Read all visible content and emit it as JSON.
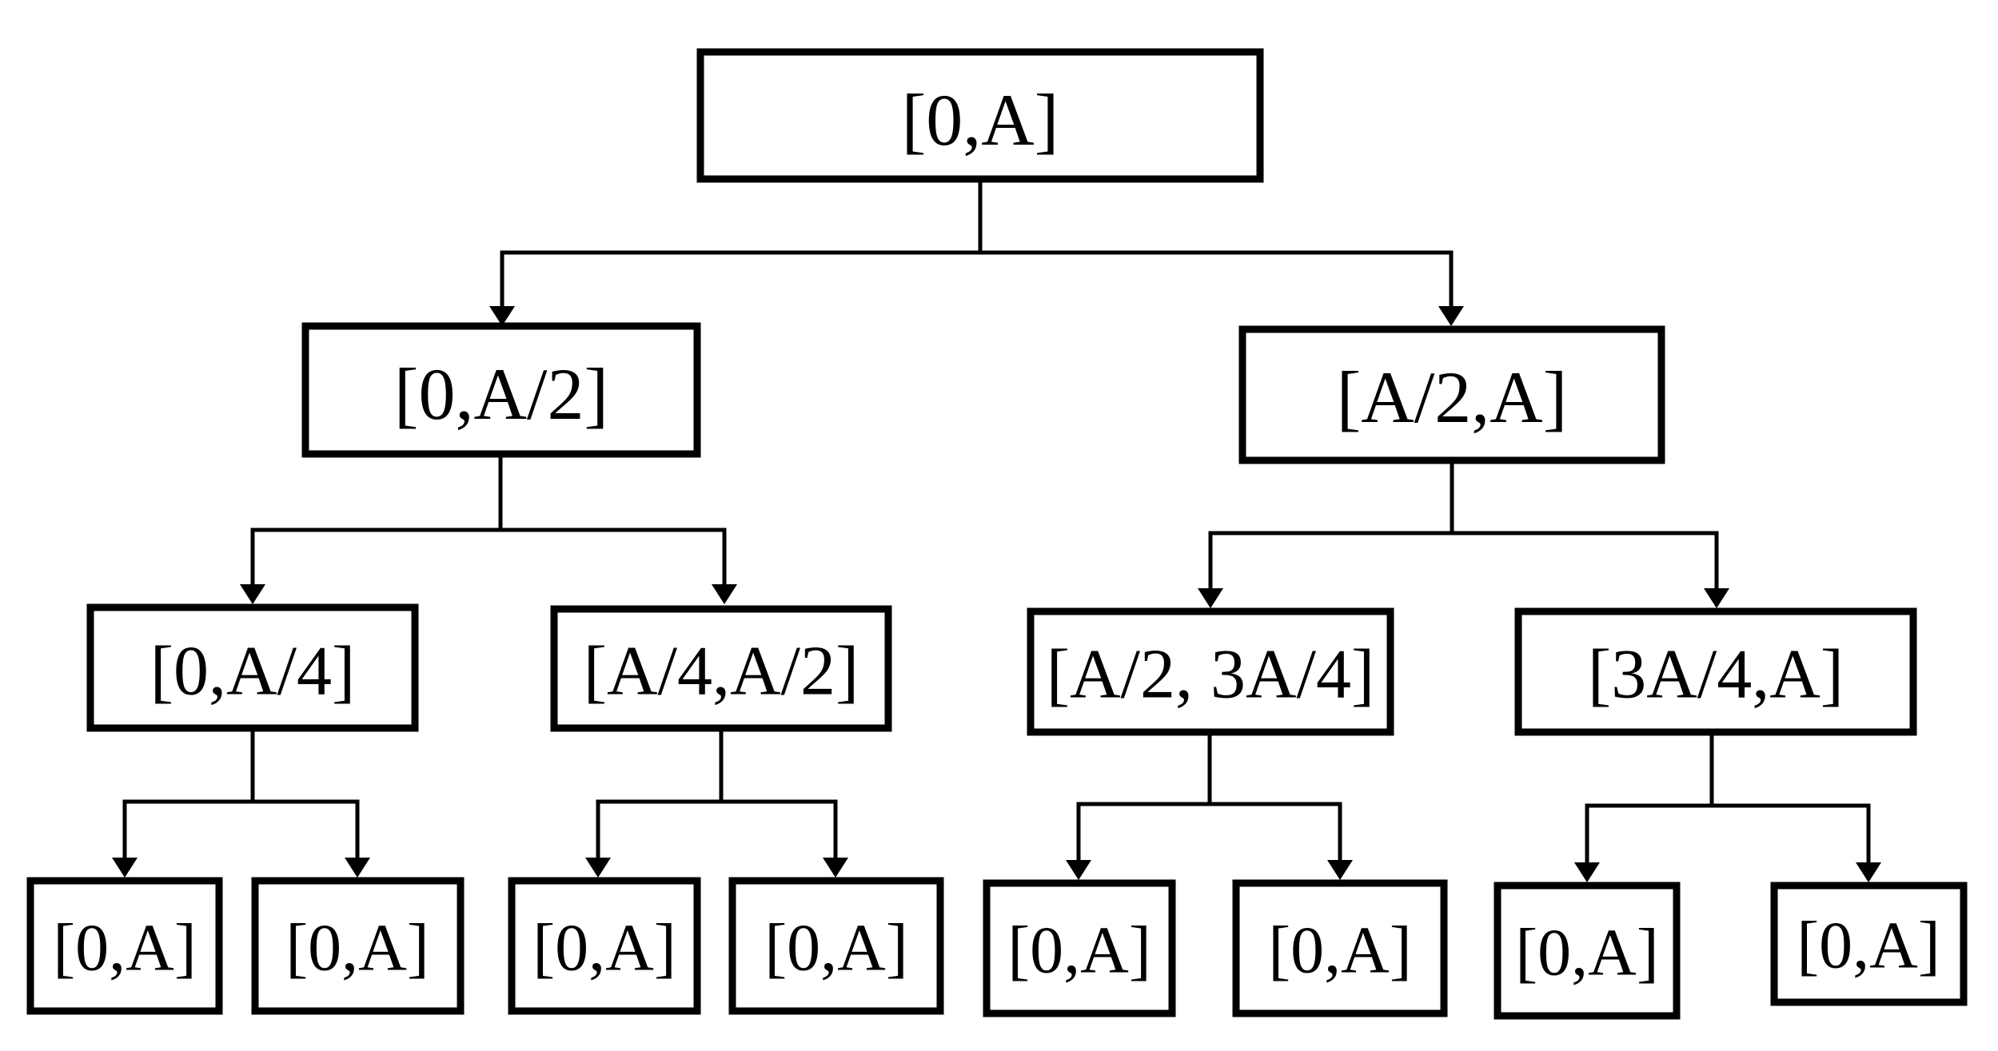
{
  "tree": {
    "root": {
      "label": "[0,A]"
    },
    "level1": [
      {
        "label": "[0,A/2]"
      },
      {
        "label": "[A/2,A]"
      }
    ],
    "level2": [
      {
        "label": "[0,A/4]"
      },
      {
        "label": "[A/4,A/2]"
      },
      {
        "label": "[A/2, 3A/4]"
      },
      {
        "label": "[3A/4,A]"
      }
    ],
    "level3": [
      {
        "label": "[0,A]"
      },
      {
        "label": "[0,A]"
      },
      {
        "label": "[0,A]"
      },
      {
        "label": "[0,A]"
      },
      {
        "label": "[0,A]"
      },
      {
        "label": "[0,A]"
      },
      {
        "label": "[0,A]"
      },
      {
        "label": "[0,A]"
      }
    ]
  }
}
